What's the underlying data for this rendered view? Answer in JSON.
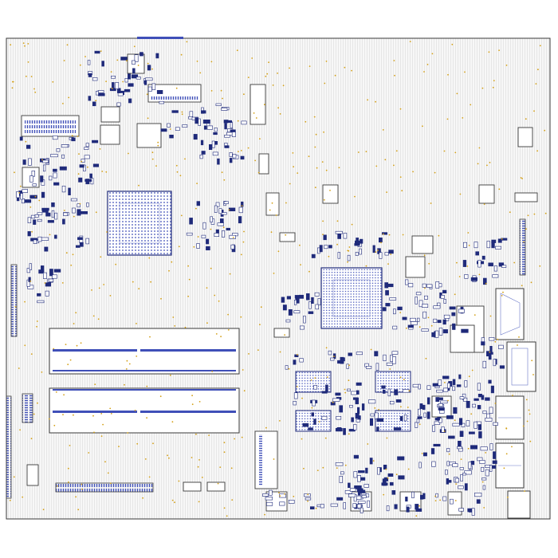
{
  "viewer": {
    "title": "",
    "colors": {
      "background": "#ffffff",
      "board_fill": "#f7f7f7",
      "board_hatch": "#d6d6d6",
      "outline": "#3a3a3a",
      "part": "#1f2a7a",
      "pin": "#3f4fb8",
      "via": "#d4a017"
    },
    "board": {
      "name": "pcb-board",
      "components": [
        "cpu-bga-left",
        "chipset-bga-center",
        "dimm-slot-1",
        "dimm-slot-2",
        "ram-chip-1",
        "ram-chip-2",
        "ram-chip-3",
        "ram-chip-4",
        "io-connector-1",
        "io-connector-2",
        "io-connector-3",
        "io-connector-4",
        "io-connector-5",
        "pci-header",
        "left-edge-connector",
        "bottom-edge-connector"
      ]
    }
  }
}
